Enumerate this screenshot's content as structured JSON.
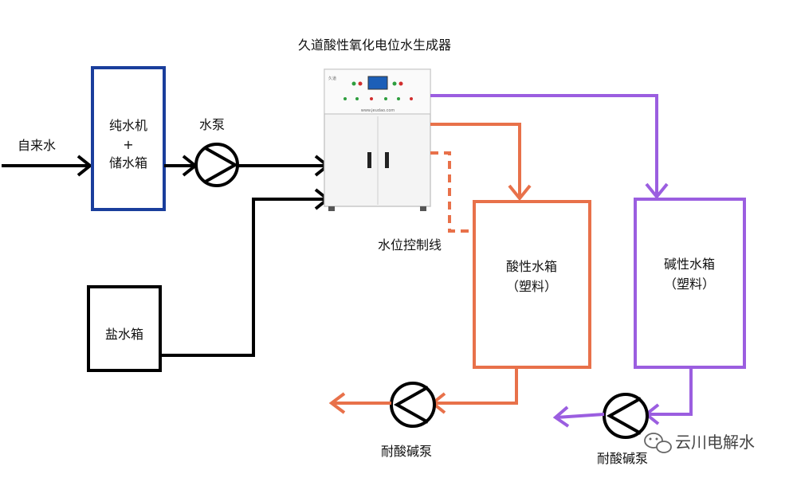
{
  "title": "久道酸性氧化电位水生成器",
  "labels": {
    "tap_water": "自来水",
    "pure_water_line1": "纯水机",
    "pure_water_plus": "+",
    "pure_water_line2": "储水箱",
    "pump": "水泵",
    "salt_tank": "盐水箱",
    "level_control": "水位控制线",
    "acid_tank_line1": "酸性水箱",
    "acid_tank_line2": "（塑料）",
    "alkali_tank_line1": "碱性水箱",
    "alkali_tank_line2": "（塑料）",
    "acid_pump": "耐酸碱泵",
    "alkali_pump": "耐酸碱泵"
  },
  "machine": {
    "logo": "久道",
    "website": "www.jeudao.com"
  },
  "watermark": {
    "text": "云川电解水",
    "icon": "wechat-icon"
  },
  "colors": {
    "black_line": "#000000",
    "blue_box": "#1a3e9c",
    "orange": "#e8714a",
    "purple": "#9b5ee0"
  }
}
